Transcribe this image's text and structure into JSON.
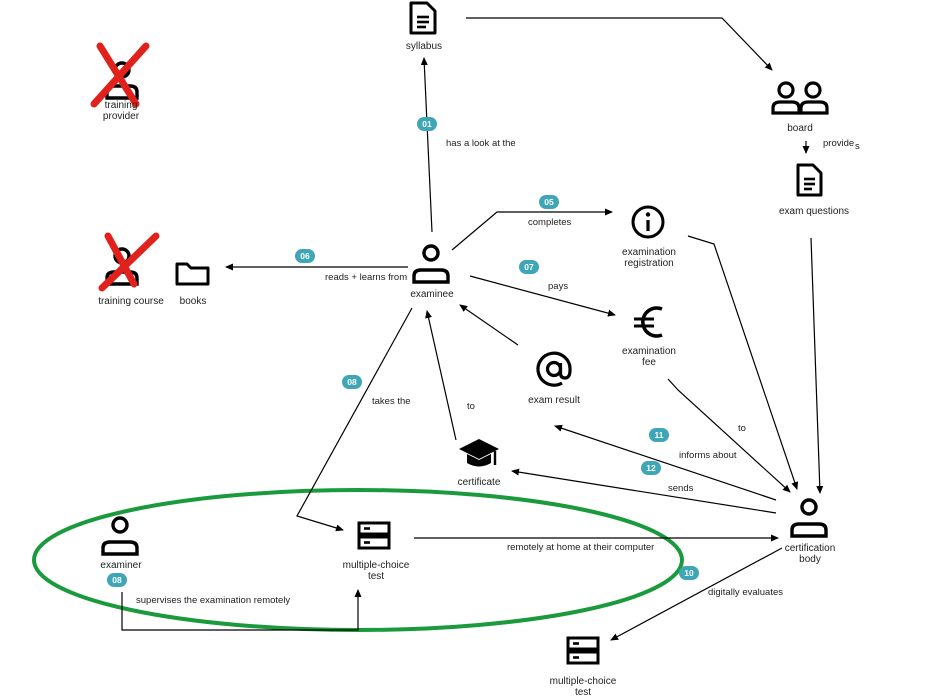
{
  "nodes": {
    "syllabus": "syllabus",
    "board": "board",
    "exam_questions": "exam questions",
    "training_provider": "training\nprovider",
    "training_course": "training course",
    "books": "books",
    "examinee": "examinee",
    "examination_registration": "examination\nregistration",
    "examination_fee": "examination\nfee",
    "exam_result": "exam result",
    "certificate": "certificate",
    "certification_body": "certification\nbody",
    "examiner": "examiner",
    "mc_test_remote": "multiple-choice\ntest",
    "mc_test_eval": "multiple-choice\ntest"
  },
  "edges": {
    "has_a_look_at_the": "has a look at the",
    "provides": "provide",
    "provides_tail": "s",
    "completes": "completes",
    "reads_learns_from": "reads + learns from",
    "pays": "pays",
    "takes_the": "takes the",
    "to_certificate": "to",
    "to_fee": "to",
    "informs_about": "informs about",
    "sends": "sends",
    "remotely": "remotely at home at their computer",
    "supervises": "supervises the examination remotely",
    "digitally_evaluates": "digitally evaluates"
  },
  "badges": {
    "b01": "01",
    "b05": "05",
    "b06": "06",
    "b07": "07",
    "b08a": "08",
    "b08b": "08",
    "b10": "10",
    "b11": "11",
    "b12": "12"
  },
  "icons": {
    "document": "document-icon",
    "group": "group-icon",
    "person": "person-icon",
    "folder": "folder-icon",
    "info": "info-icon",
    "euro": "euro-icon",
    "at": "at-icon",
    "graduation_cap": "graduation-cap-icon",
    "server": "server-icon",
    "cross": "red-x-icon"
  },
  "colors": {
    "badge": "#3fa6b8",
    "cross": "#e0211c",
    "highlight_ellipse": "#1a9a3c",
    "line": "#000000"
  }
}
